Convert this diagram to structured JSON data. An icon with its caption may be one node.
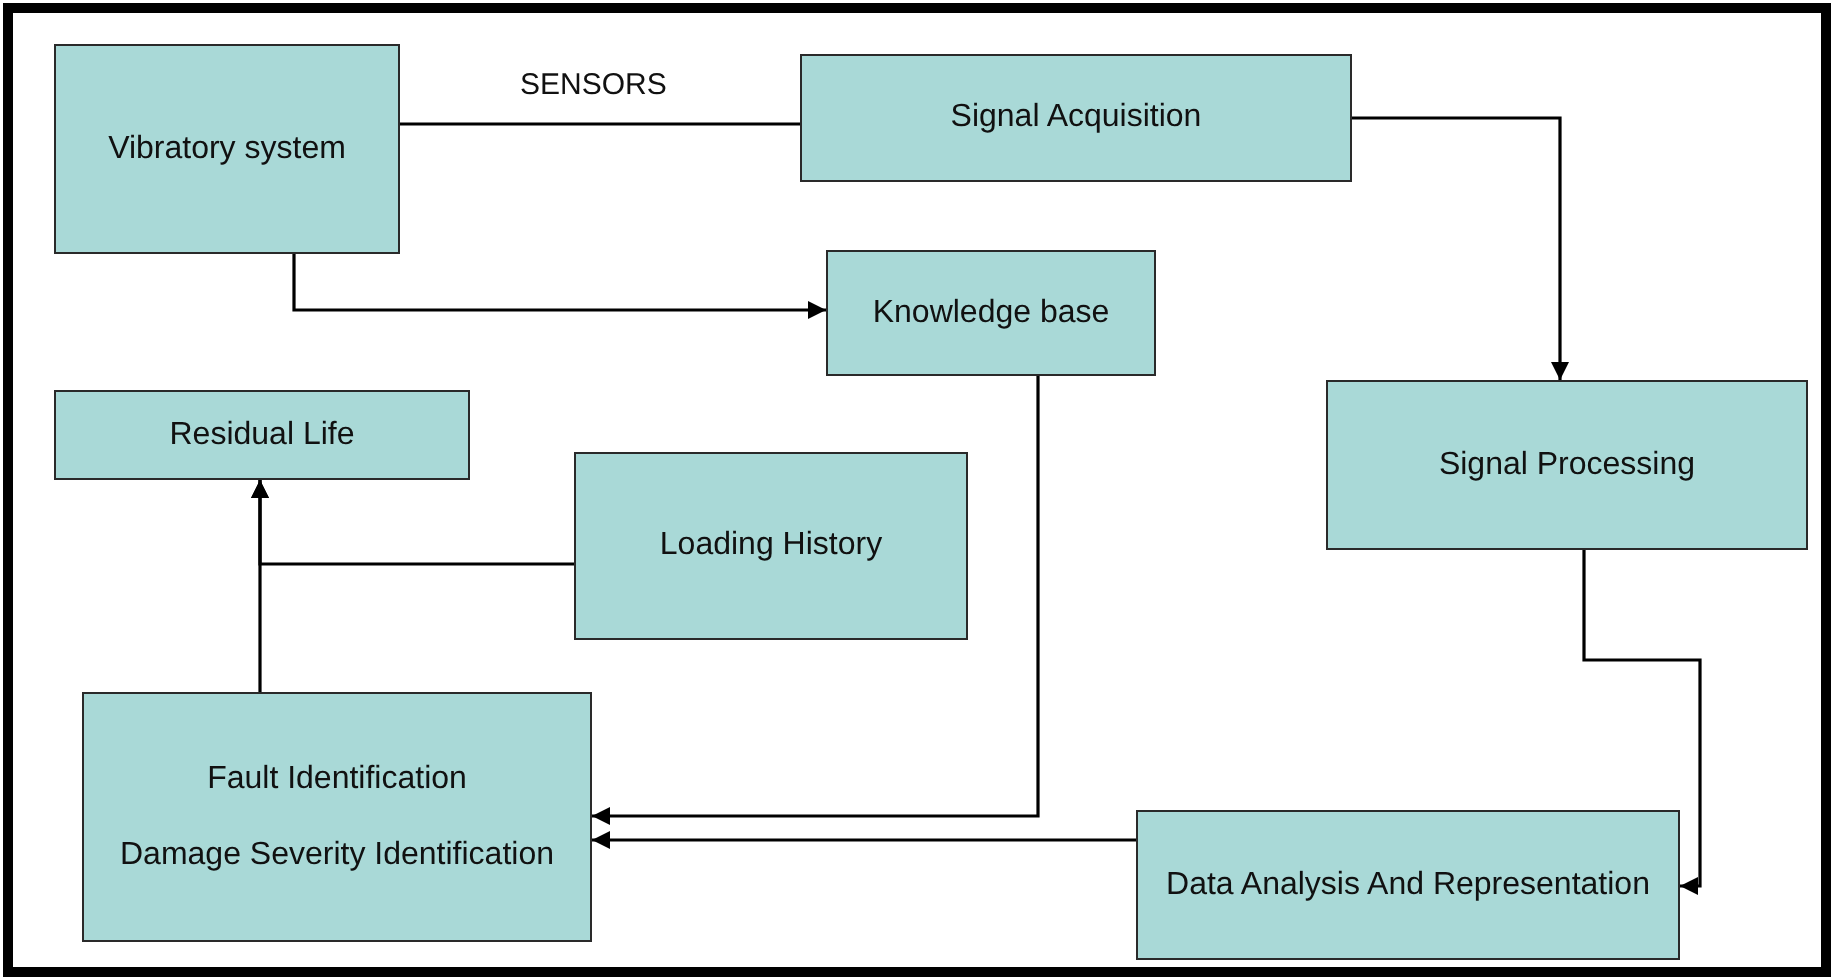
{
  "diagram": {
    "nodes": [
      {
        "text": [
          "Vibratory system"
        ]
      },
      {
        "text": [
          "Signal Acquisition"
        ]
      },
      {
        "text": [
          "Knowledge base"
        ]
      },
      {
        "text": [
          "Residual Life"
        ]
      },
      {
        "text": [
          "Loading History"
        ]
      },
      {
        "text": [
          "Signal Processing"
        ]
      },
      {
        "text": [
          "Fault Identification",
          "Damage Severity Identification"
        ]
      },
      {
        "text": [
          "Data Analysis And Representation"
        ]
      }
    ],
    "edges": [
      {
        "from": 0,
        "to": 1,
        "arrow": "none",
        "label": "SENSORS"
      },
      {
        "from": 0,
        "to": 2,
        "arrow": "to"
      },
      {
        "from": 1,
        "to": 5,
        "arrow": "to"
      },
      {
        "from": 5,
        "to": 7,
        "arrow": "to"
      },
      {
        "from": 2,
        "to": 6,
        "arrow": "to"
      },
      {
        "from": 7,
        "to": 6,
        "arrow": "to"
      },
      {
        "from": 6,
        "to": 3,
        "arrow": "to"
      },
      {
        "from": 4,
        "to": 3,
        "arrow": "to"
      }
    ]
  }
}
